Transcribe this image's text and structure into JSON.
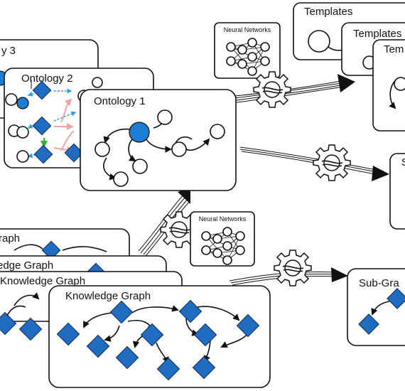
{
  "ontology_stack": {
    "back_label": "y 3",
    "middle_label": "Ontology 2",
    "front_label": "Ontology 1"
  },
  "templates_stack": {
    "back_label": "Templates",
    "middle_label": "Templates",
    "front_label": "Tem"
  },
  "knowledge_graph_stack": {
    "layer1_label": "raph",
    "layer2_label": "edge Graph",
    "layer3_label": "Knowledge Graph",
    "front_label": "Knowledge Graph"
  },
  "neural_networks": {
    "top_label": "Neural Networks",
    "bottom_label": "Neural Networks"
  },
  "subgraph": {
    "label": "Sub-Gra"
  },
  "right_card": {
    "label": "S"
  },
  "colors": {
    "node_blue": "#1a7fd4",
    "diamond_blue": "#1f6cc0",
    "pink_edge": "#f0a5a5",
    "green_edge": "#2db52d",
    "sky_edge": "#2f9be0"
  }
}
